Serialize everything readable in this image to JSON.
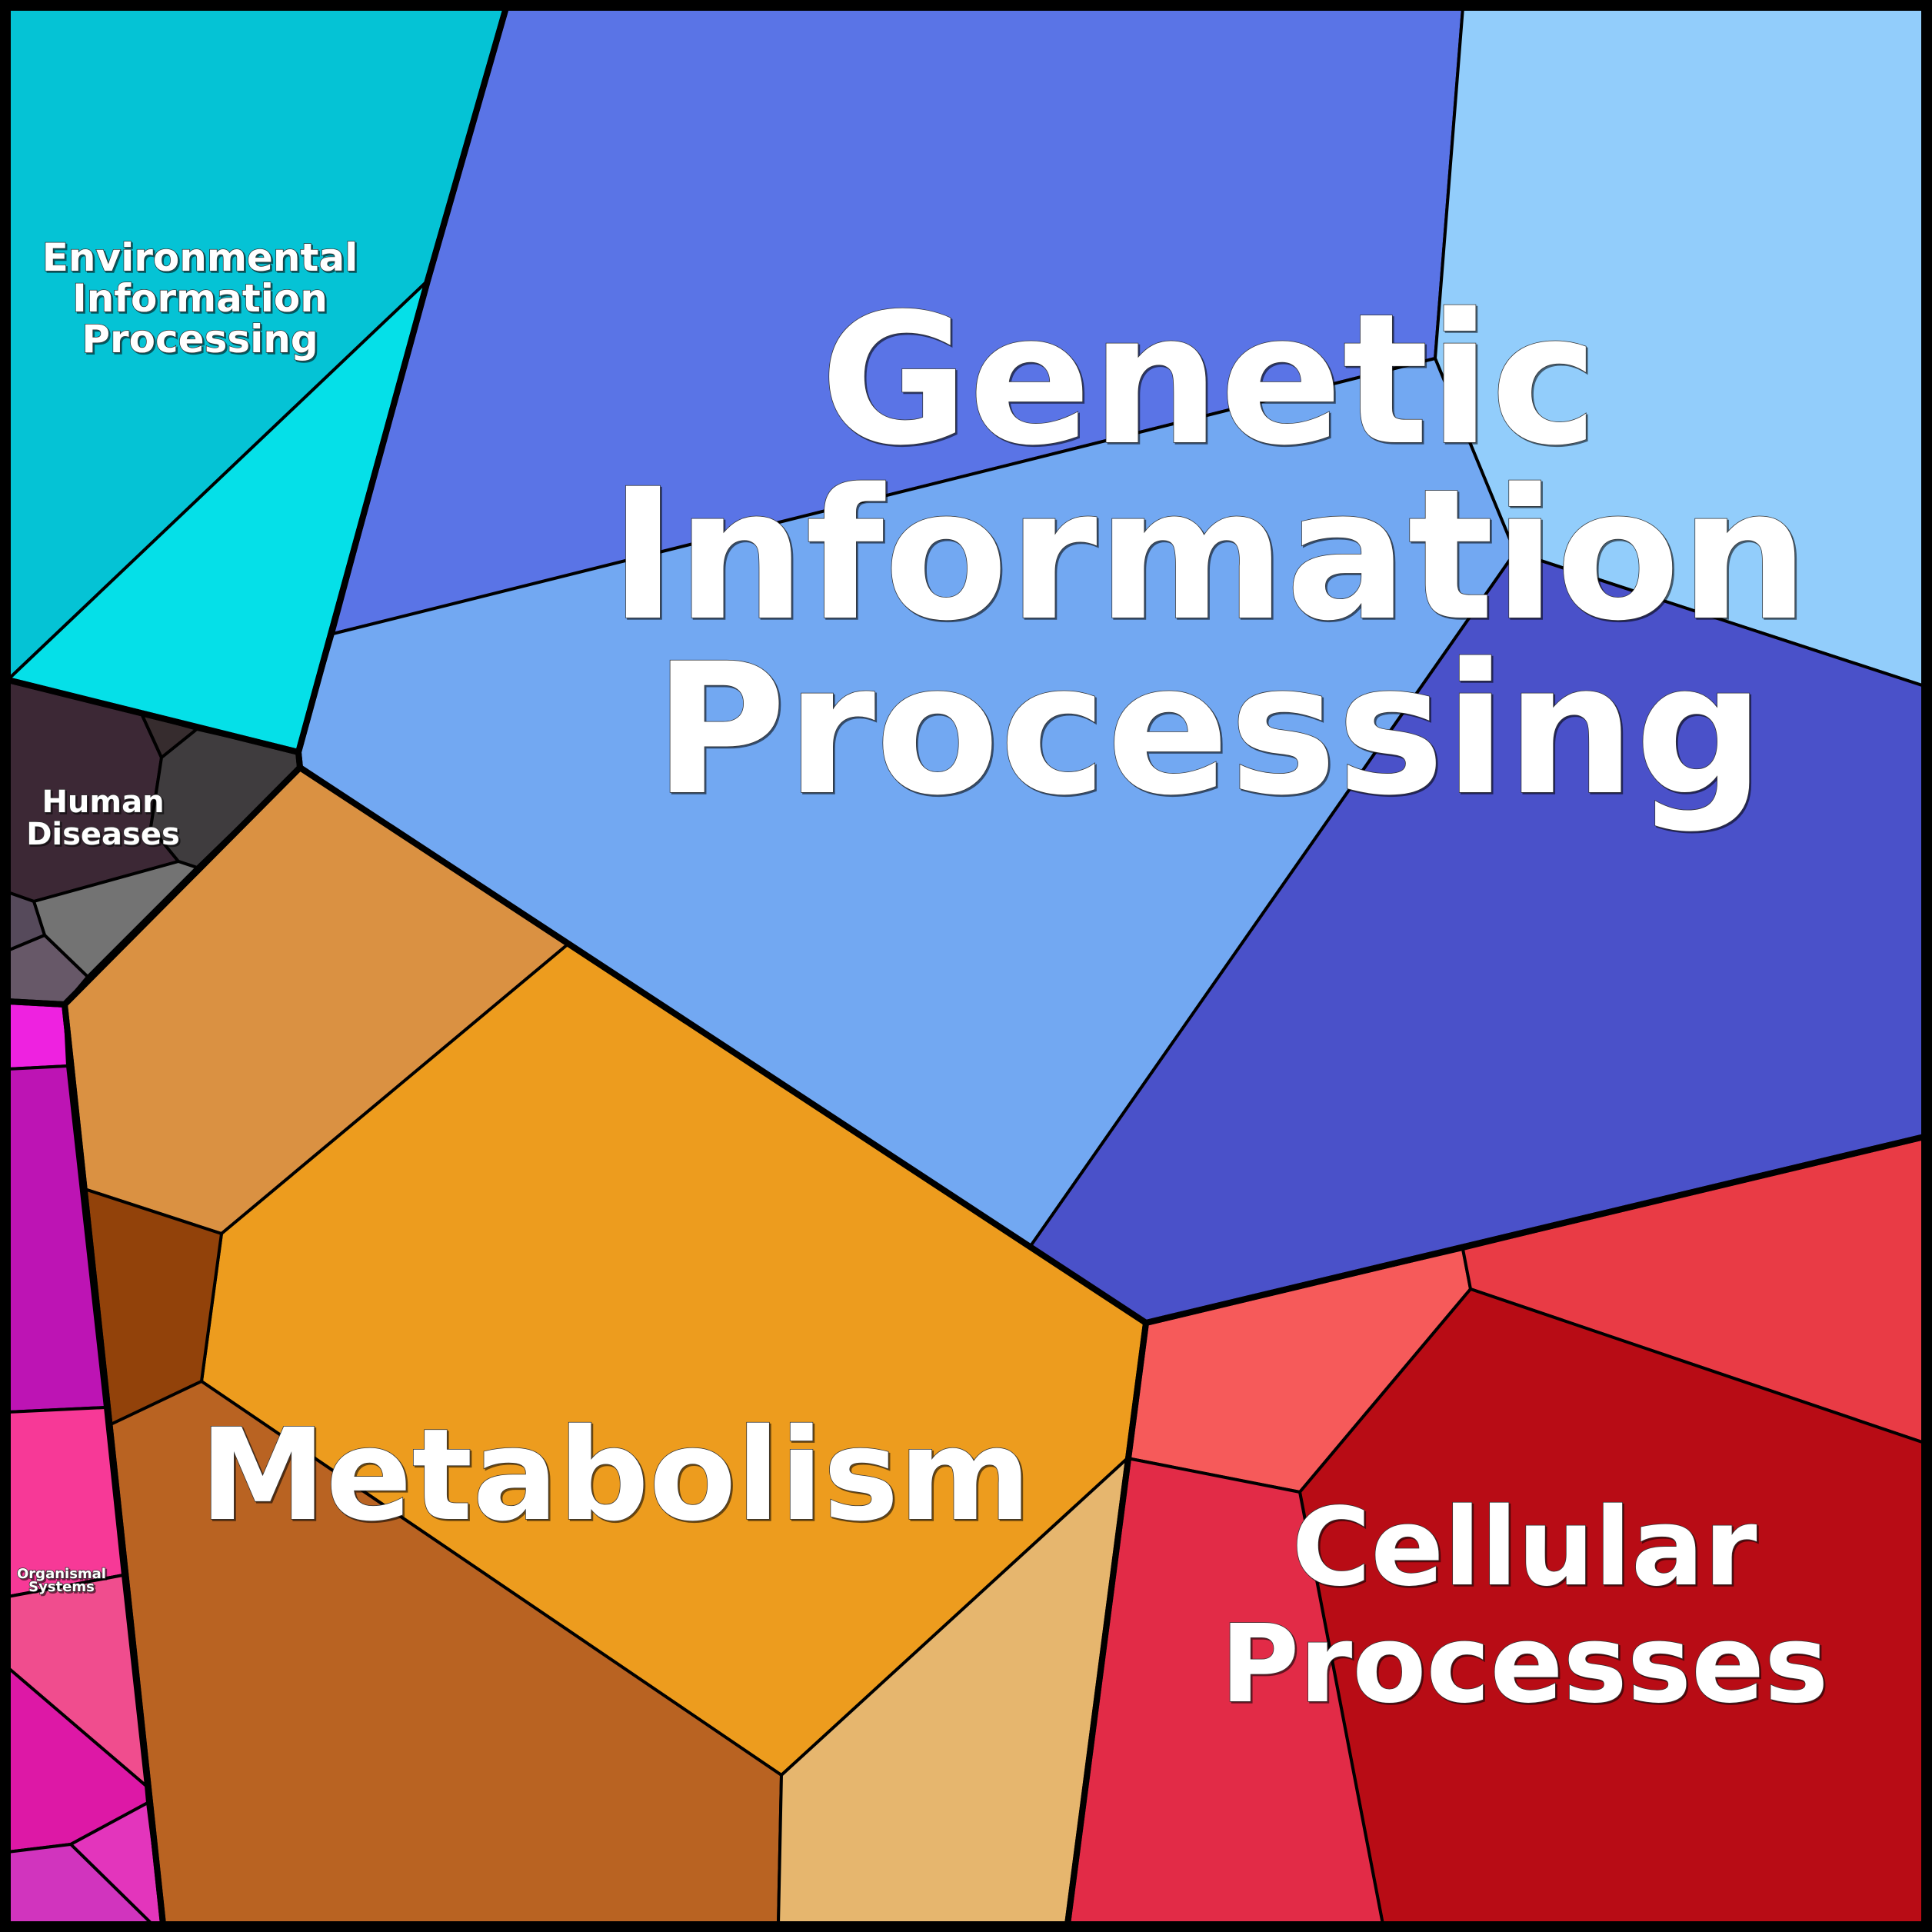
{
  "chart_data": {
    "type": "voronoi-treemap",
    "title": "",
    "values_shown": false,
    "groups": [
      {
        "name": "Genetic Information Processing",
        "label_lines": [
          "Genetic",
          "Information",
          "Processing"
        ],
        "cell_colors": [
          "#5A74E6",
          "#92CDFB",
          "#72A8F2",
          "#4A51C9"
        ]
      },
      {
        "name": "Metabolism",
        "label_lines": [
          "Metabolism"
        ],
        "cell_colors": [
          "#DA9142",
          "#ED9C1E",
          "#92420A",
          "#B96322",
          "#E6B66E"
        ]
      },
      {
        "name": "Cellular Processes",
        "label_lines": [
          "Cellular",
          "Processes"
        ],
        "cell_colors": [
          "#F65A5A",
          "#E93B45",
          "#B80C15",
          "#E22B47"
        ]
      },
      {
        "name": "Environmental Information Processing",
        "label_lines": [
          "Environmental",
          "Information",
          "Processing"
        ],
        "cell_colors": [
          "#05C3D5",
          "#05E0E8"
        ]
      },
      {
        "name": "Human Diseases",
        "label_lines": [
          "Human",
          "Diseases"
        ],
        "cell_colors": [
          "#3C2835",
          "#362C2E",
          "#3F3C3E",
          "#737373",
          "#564A5B",
          "#675868"
        ]
      },
      {
        "name": "Organismal Systems",
        "label_lines": [
          "Organismal",
          "Systems"
        ],
        "cell_colors": [
          "#EE22E0",
          "#BD14B4",
          "#F73997",
          "#F04D8E",
          "#DD18A6",
          "#E335BC",
          "#D134BE"
        ]
      }
    ]
  }
}
